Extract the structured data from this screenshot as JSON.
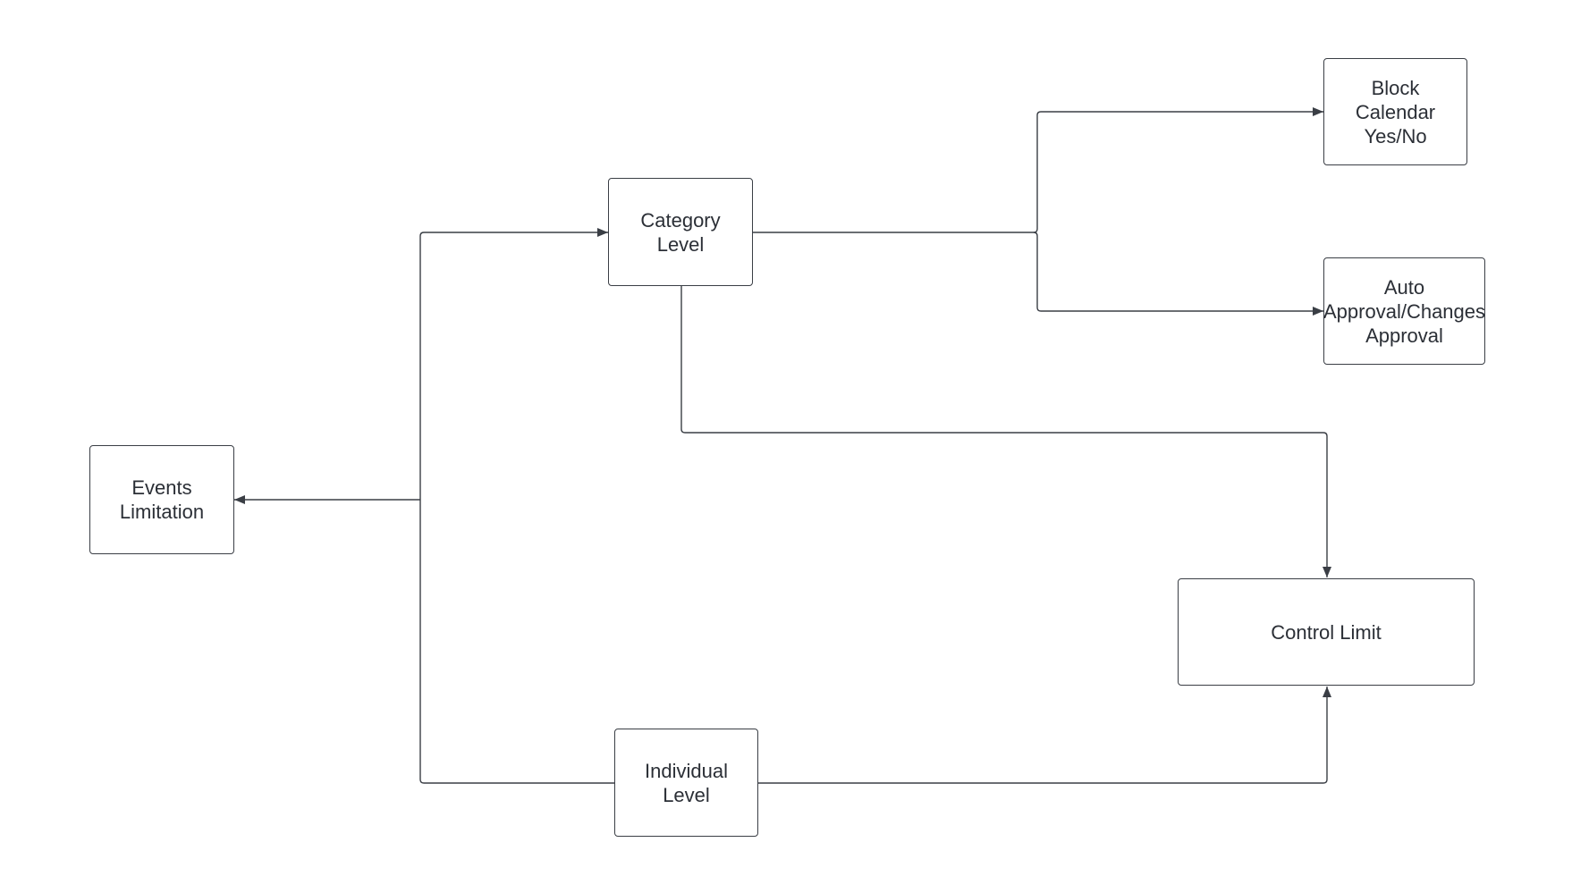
{
  "diagram": {
    "nodes": {
      "events_limitation": {
        "label": "Events\nLimitation"
      },
      "category_level": {
        "label": "Category\nLevel"
      },
      "individual_level": {
        "label": "Individual\nLevel"
      },
      "block_calendar": {
        "label": "Block\nCalendar\nYes/No"
      },
      "auto_approval": {
        "label": "Auto\nApproval/Changes\nApproval"
      },
      "control_limit": {
        "label": "Control Limit"
      }
    },
    "edges": [
      {
        "from": "category_level",
        "to": "events_limitation"
      },
      {
        "from": "individual_level",
        "to": "events_limitation"
      },
      {
        "from": "category_level",
        "to": "block_calendar"
      },
      {
        "from": "category_level",
        "to": "auto_approval"
      },
      {
        "from": "category_level",
        "to": "control_limit"
      },
      {
        "from": "individual_level",
        "to": "control_limit"
      }
    ],
    "colors": {
      "line": "#3a3e45",
      "text": "#2b2f36",
      "background": "#ffffff"
    }
  }
}
